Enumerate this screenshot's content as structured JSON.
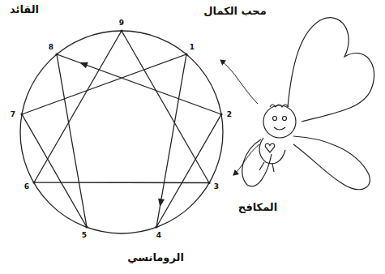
{
  "diagram": {
    "labels": [
      "القائد",
      "محب الكمال",
      "9",
      "1",
      "8",
      "2",
      "7",
      "3",
      "6",
      "المكافح",
      "5",
      "4",
      "الرومانسي"
    ]
  }
}
